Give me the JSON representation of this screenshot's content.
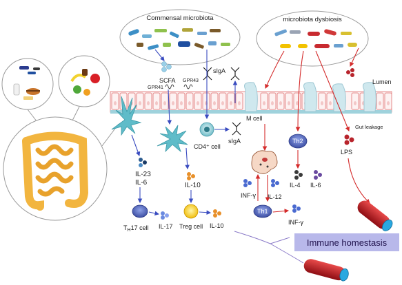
{
  "commensal": {
    "title": "Commensal microbiota"
  },
  "dysbiosis": {
    "title": "microbiota dysbiosis"
  },
  "labels": {
    "scfa": "SCFA",
    "gpr41": "GPR41",
    "gpr43": "GPR43",
    "siga_top": "sIgA",
    "siga_mid": "sIgA",
    "cd4": "CD4⁺ cell",
    "m_cell": "M cell",
    "lumen": "Lumen",
    "gut_leakage": "Gut leakage",
    "il23": "IL-23",
    "il6_left": "IL-6",
    "th17_prefix": "T",
    "th17_sub": "H",
    "th17_suffix": "17 cell",
    "il17": "IL-17",
    "il10_mid": "IL-10",
    "treg": "Treg cell",
    "il10_out": "IL-10",
    "infg_left": "INF-γ",
    "il12": "IL-12",
    "th1": "Th1",
    "infg_out": "INF-γ",
    "th2": "Th2",
    "il4": "IL-4",
    "il6_right": "IL-6",
    "lps": "LPS",
    "immune_homeostasis": "Immune homestasis"
  },
  "colors": {
    "epithelium": "#e58a8a",
    "epithelium_fill": "#fdf2f2",
    "basement": "#9fd2dc",
    "dendritic": "#5fbcc9",
    "th_cell": "#4f5fae",
    "treg": "#f2c200",
    "cytokine_orange": "#e8902a",
    "arrow_blue": "#3a4cc0",
    "arrow_red": "#d42b2b",
    "vessel_red": "#c0161f",
    "vessel_blue": "#29a8e0",
    "banner": "#b8b8ea",
    "intestine": "#f2b53f"
  }
}
